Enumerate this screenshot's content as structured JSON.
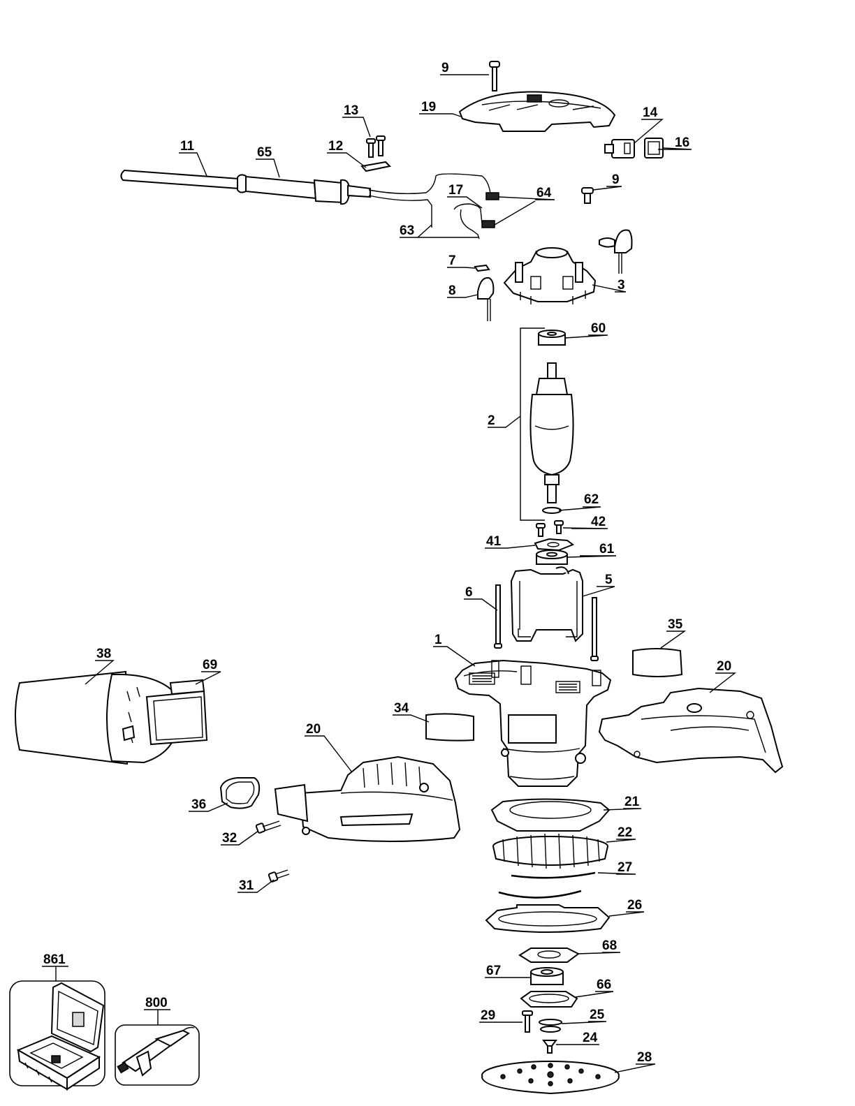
{
  "callouts": [
    {
      "id": "c9a",
      "text": "9"
    },
    {
      "id": "c19",
      "text": "19"
    },
    {
      "id": "c13",
      "text": "13"
    },
    {
      "id": "c14",
      "text": "14"
    },
    {
      "id": "c16",
      "text": "16"
    },
    {
      "id": "c11",
      "text": "11"
    },
    {
      "id": "c65",
      "text": "65"
    },
    {
      "id": "c12",
      "text": "12"
    },
    {
      "id": "c9b",
      "text": "9"
    },
    {
      "id": "c17",
      "text": "17"
    },
    {
      "id": "c64",
      "text": "64"
    },
    {
      "id": "c63",
      "text": "63"
    },
    {
      "id": "c7",
      "text": "7"
    },
    {
      "id": "c3",
      "text": "3"
    },
    {
      "id": "c8",
      "text": "8"
    },
    {
      "id": "c60",
      "text": "60"
    },
    {
      "id": "c2",
      "text": "2"
    },
    {
      "id": "c62",
      "text": "62"
    },
    {
      "id": "c42",
      "text": "42"
    },
    {
      "id": "c41",
      "text": "41"
    },
    {
      "id": "c61",
      "text": "61"
    },
    {
      "id": "c6",
      "text": "6"
    },
    {
      "id": "c5",
      "text": "5"
    },
    {
      "id": "c35",
      "text": "35"
    },
    {
      "id": "c1",
      "text": "1"
    },
    {
      "id": "c38",
      "text": "38"
    },
    {
      "id": "c69",
      "text": "69"
    },
    {
      "id": "c20a",
      "text": "20"
    },
    {
      "id": "c34",
      "text": "34"
    },
    {
      "id": "c20b",
      "text": "20"
    },
    {
      "id": "c36",
      "text": "36"
    },
    {
      "id": "c21",
      "text": "21"
    },
    {
      "id": "c32",
      "text": "32"
    },
    {
      "id": "c22",
      "text": "22"
    },
    {
      "id": "c27",
      "text": "27"
    },
    {
      "id": "c31",
      "text": "31"
    },
    {
      "id": "c26",
      "text": "26"
    },
    {
      "id": "c861",
      "text": "861"
    },
    {
      "id": "c68",
      "text": "68"
    },
    {
      "id": "c67",
      "text": "67"
    },
    {
      "id": "c800",
      "text": "800"
    },
    {
      "id": "c66",
      "text": "66"
    },
    {
      "id": "c29",
      "text": "29"
    },
    {
      "id": "c25",
      "text": "25"
    },
    {
      "id": "c24",
      "text": "24"
    },
    {
      "id": "c28",
      "text": "28"
    }
  ],
  "colors": {
    "ink": "#000000",
    "paper": "#ffffff"
  }
}
